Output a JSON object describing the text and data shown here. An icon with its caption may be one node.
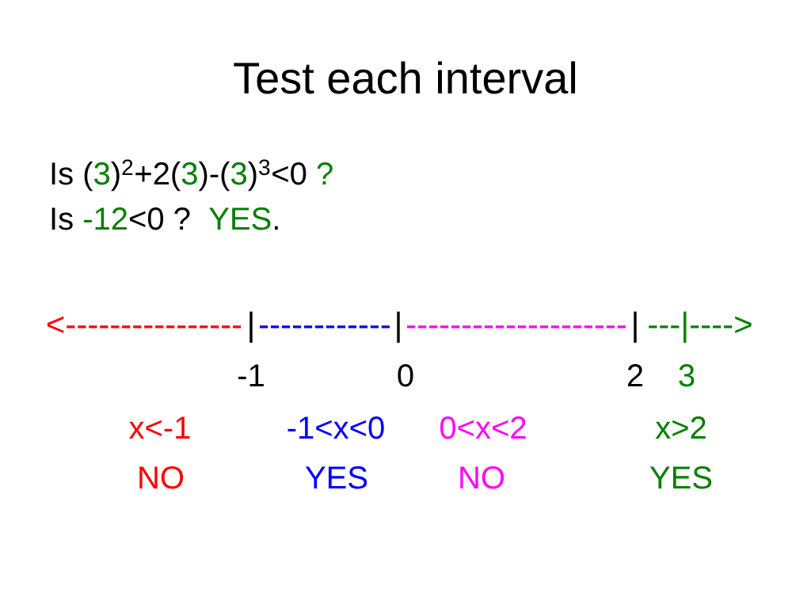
{
  "diagram": {
    "title": "Test each interval",
    "labels": [
      "Is (",
      "3",
      ")$^{2}$+2(",
      "3",
      ")-(",
      "3",
      ")$^{3}$<0",
      "?",
      "Is",
      "-12",
      "<0 ?",
      "YES",
      ".",
      "<----------------",
      "|",
      "------------",
      "|",
      "--------------------",
      "|",
      "---|---->",
      "-1",
      "0",
      "2",
      "3",
      "x<-1",
      "-1<x<0",
      "0<x<2",
      "x>2",
      "NO",
      "YES",
      "NO",
      "YES"
    ]
  }
}
